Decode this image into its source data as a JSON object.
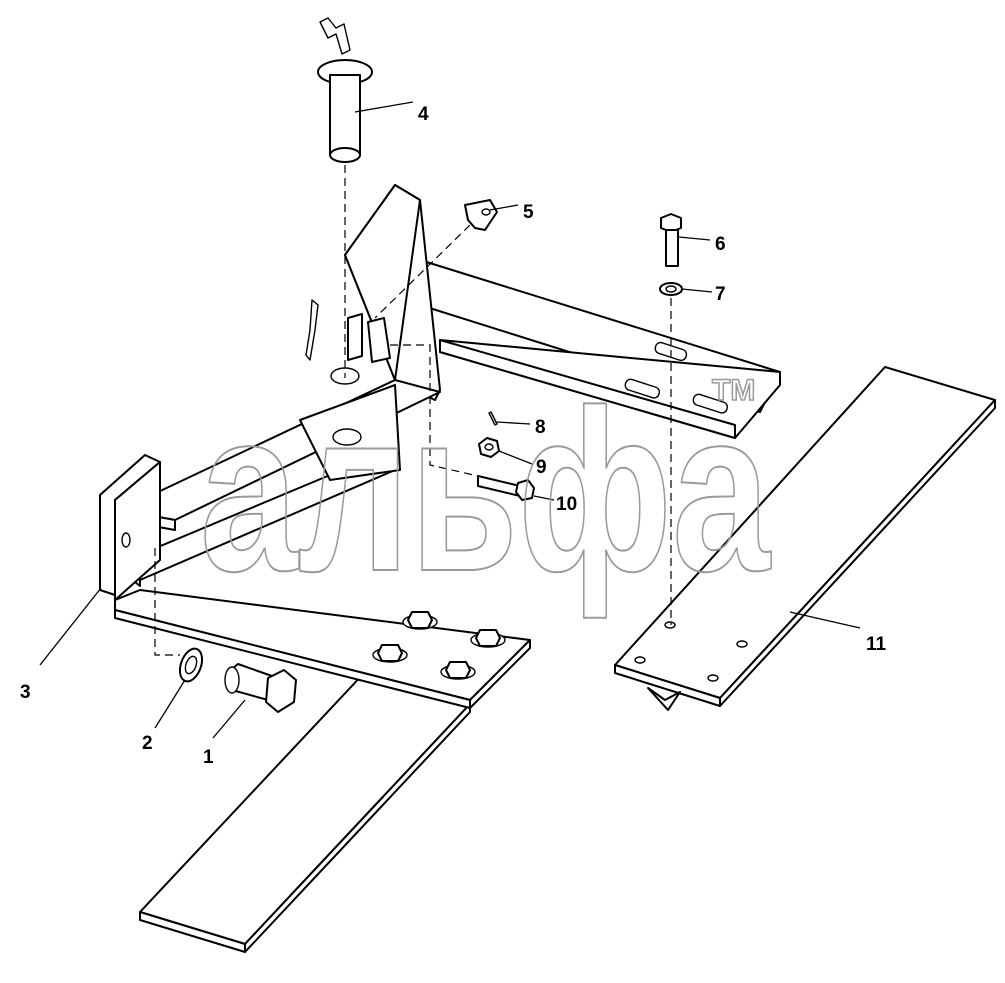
{
  "diagram": {
    "callouts": [
      {
        "id": "1",
        "label": "1"
      },
      {
        "id": "2",
        "label": "2"
      },
      {
        "id": "3",
        "label": "3"
      },
      {
        "id": "4",
        "label": "4"
      },
      {
        "id": "5",
        "label": "5"
      },
      {
        "id": "6",
        "label": "6"
      },
      {
        "id": "7",
        "label": "7"
      },
      {
        "id": "8",
        "label": "8"
      },
      {
        "id": "9",
        "label": "9"
      },
      {
        "id": "10",
        "label": "10"
      },
      {
        "id": "11",
        "label": "11"
      }
    ],
    "watermark": {
      "text": "альфа",
      "trademark": "TM",
      "color": "#9a9a9a"
    }
  }
}
